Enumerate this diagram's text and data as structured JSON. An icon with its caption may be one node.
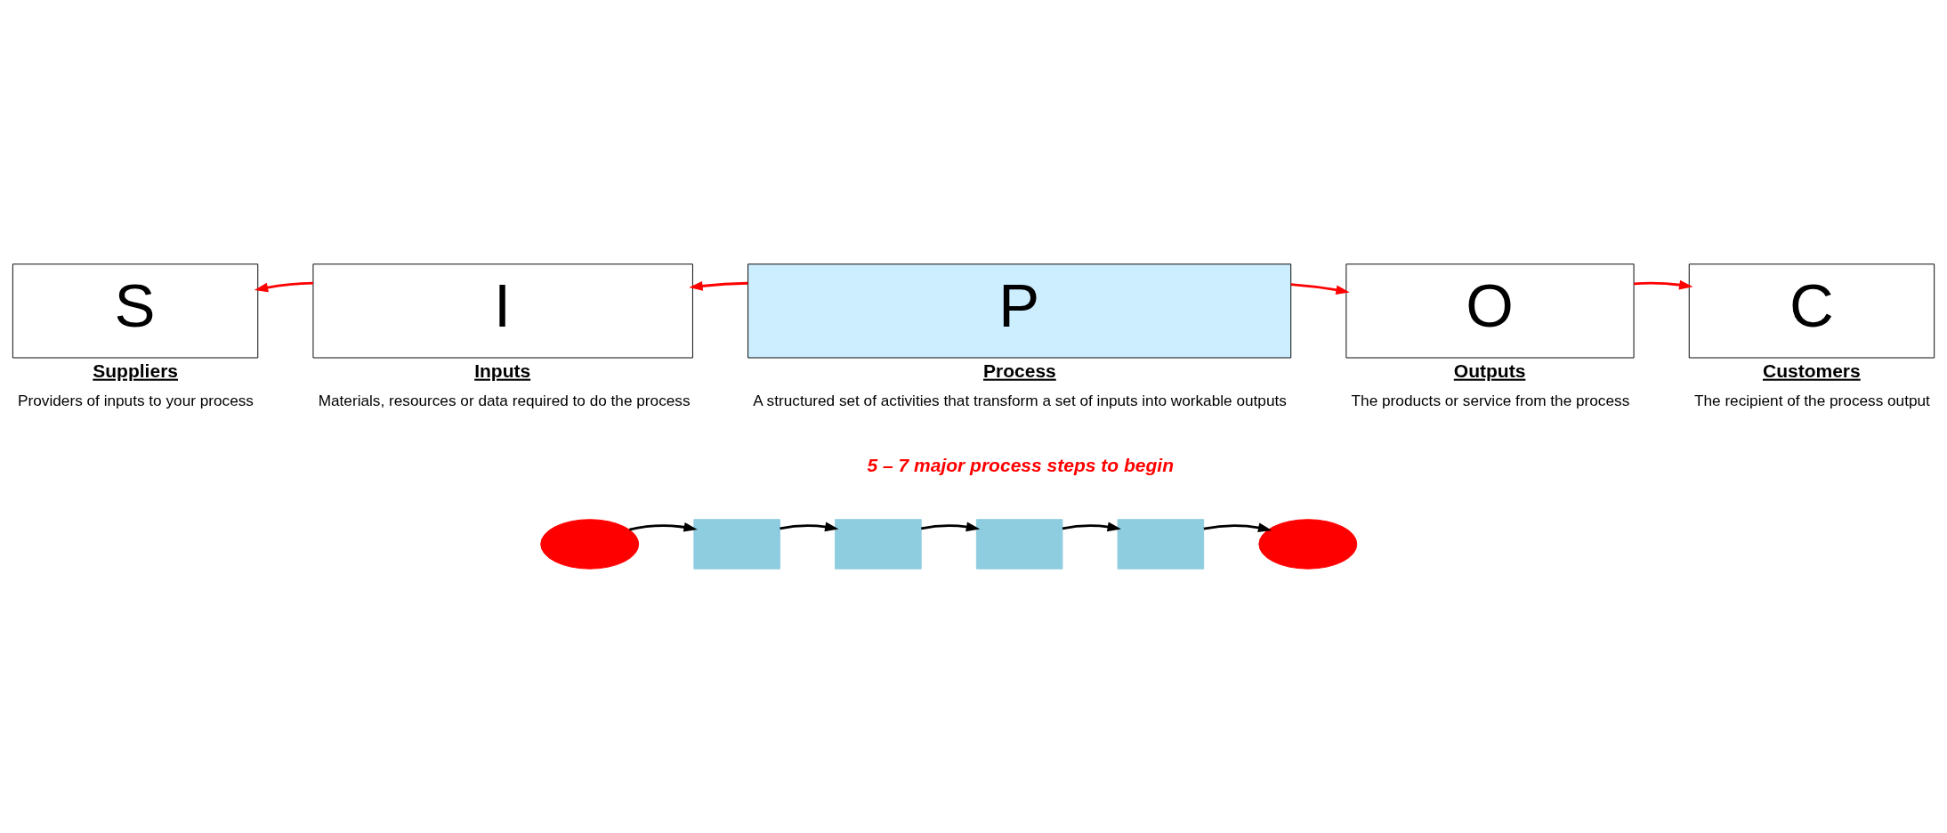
{
  "diagram": {
    "nodes": [
      {
        "text": [
          "S",
          "Suppliers",
          "Providers of inputs to your process"
        ]
      },
      {
        "text": [
          "I",
          "Inputs",
          "Materials, resources or data required to do the process"
        ]
      },
      {
        "text": [
          "P",
          "Process",
          "A structured set of activities that transform a set of inputs into workable outputs"
        ]
      },
      {
        "text": [
          "O",
          "Outputs",
          "The products or service from the process"
        ]
      },
      {
        "text": [
          "C",
          "Customers",
          "The recipient of the process output"
        ]
      },
      {
        "text": [],
        "shape": "ellipse"
      },
      {
        "text": [],
        "shape": "box"
      },
      {
        "text": [],
        "shape": "box"
      },
      {
        "text": [],
        "shape": "box"
      },
      {
        "text": [],
        "shape": "box"
      },
      {
        "text": [],
        "shape": "ellipse"
      }
    ],
    "edges": [
      {
        "from": 2,
        "to": 1,
        "arrow": "to",
        "color": "#ff0000"
      },
      {
        "from": 1,
        "to": 0,
        "arrow": "to",
        "color": "#ff0000"
      },
      {
        "from": 2,
        "to": 3,
        "arrow": "to",
        "color": "#ff0000"
      },
      {
        "from": 3,
        "to": 4,
        "arrow": "to",
        "color": "#ff0000"
      },
      {
        "from": 5,
        "to": 6,
        "arrow": "to"
      },
      {
        "from": 6,
        "to": 7,
        "arrow": "to"
      },
      {
        "from": 7,
        "to": 8,
        "arrow": "to"
      },
      {
        "from": 8,
        "to": 9,
        "arrow": "to"
      },
      {
        "from": 9,
        "to": 10,
        "arrow": "to"
      }
    ],
    "labels": [
      "5 – 7 major process steps to begin"
    ]
  }
}
